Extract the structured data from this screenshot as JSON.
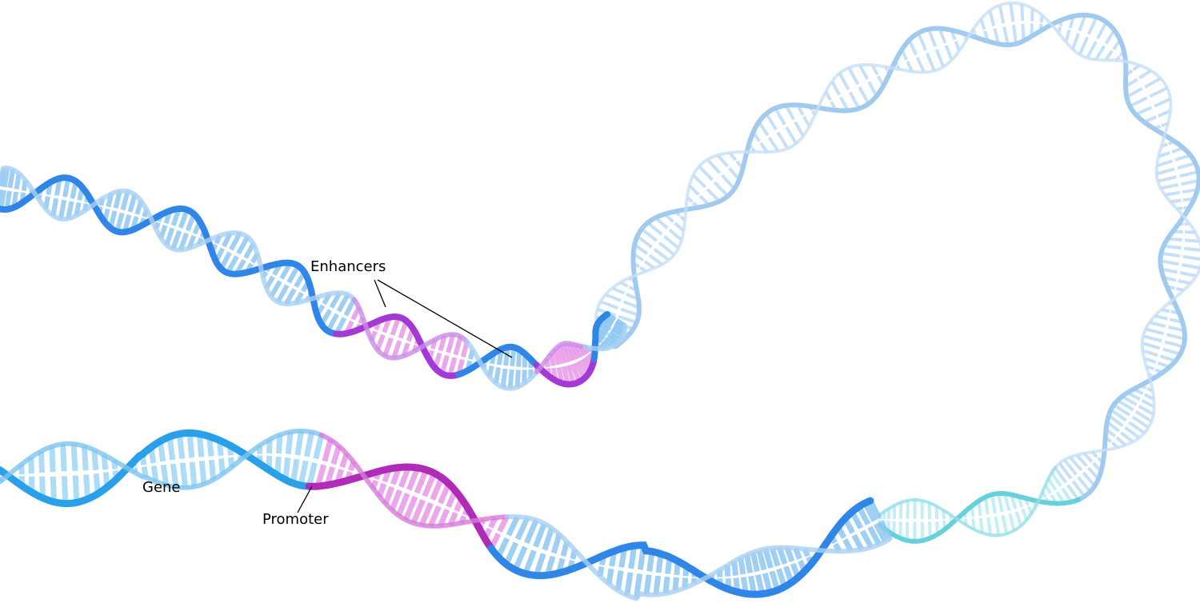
{
  "labels": {
    "enhancers": "Enhancers",
    "gene": "Gene",
    "promoter": "Promoter"
  },
  "colors": {
    "strand_blue": "#2f86e6",
    "strand_light": "#a9cff3",
    "rung_blue": "#8fc8f2",
    "strand_purple": "#a33ad6",
    "rung_pink": "#e79ae8",
    "strand_magenta": "#b02bb8",
    "strand_teal": "#5fcfda",
    "pointer_line": "#000000"
  }
}
